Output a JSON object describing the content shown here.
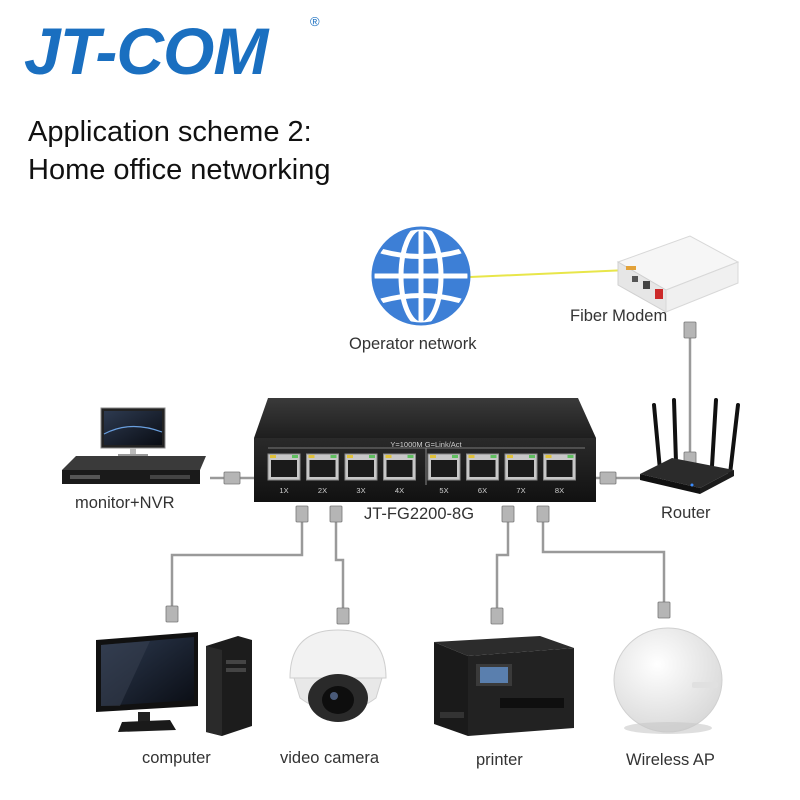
{
  "brand": {
    "logo_text": "JT-COM",
    "registered_mark": "®"
  },
  "heading": {
    "line1": "Application scheme 2:",
    "line2": "Home office networking"
  },
  "switch": {
    "model": "JT-FG2200-8G",
    "legend": "Y=1000M G=Link/Act",
    "ports": [
      "1X",
      "2X",
      "3X",
      "4X",
      "5X",
      "6X",
      "7X",
      "8X"
    ]
  },
  "devices": {
    "operator_network": "Operator network",
    "fiber_modem": "Fiber Modem",
    "router": "Router",
    "monitor_nvr": "monitor+NVR",
    "computer": "computer",
    "video_camera": "video camera",
    "printer": "printer",
    "wireless_ap": "Wireless AP"
  },
  "colors": {
    "brand_blue": "#1a6fc0",
    "globe_blue": "#3d7fd6",
    "fiber_line": "#e8e64a",
    "cable_gray": "#9a9a9a"
  }
}
